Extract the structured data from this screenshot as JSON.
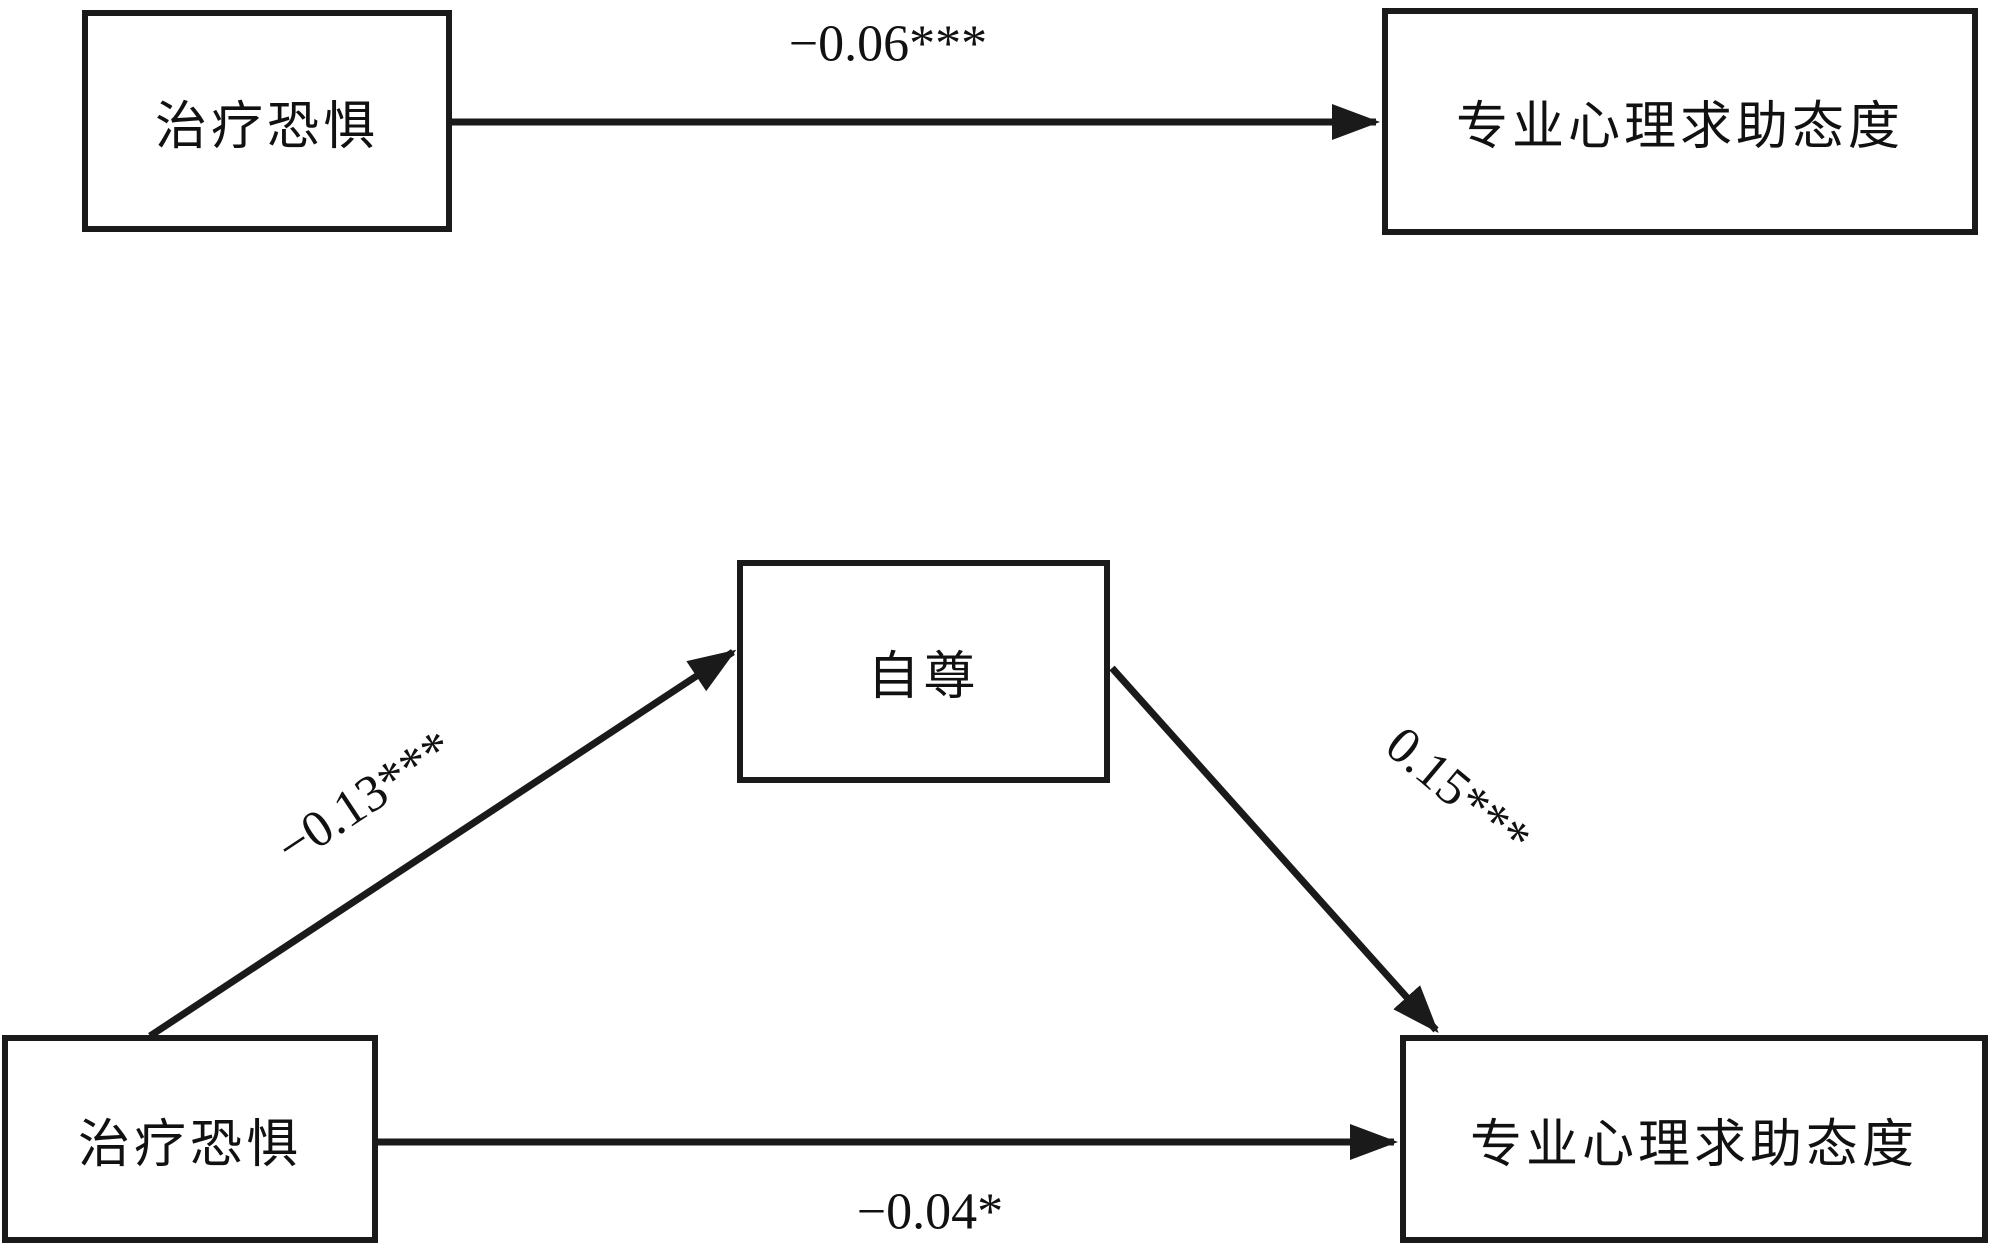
{
  "figure": {
    "background": "#ffffff",
    "line_color": "#1a1a1a",
    "total_effect_model": {
      "predictor": "治疗恐惧",
      "outcome": "专业心理求助态度",
      "effect_label": "−0.06***"
    },
    "mediation_model": {
      "predictor": "治疗恐惧",
      "mediator": "自尊",
      "outcome": "专业心理求助态度",
      "path_a_label": "−0.13***",
      "path_b_label": "0.15***",
      "direct_effect_label": "−0.04*"
    }
  }
}
